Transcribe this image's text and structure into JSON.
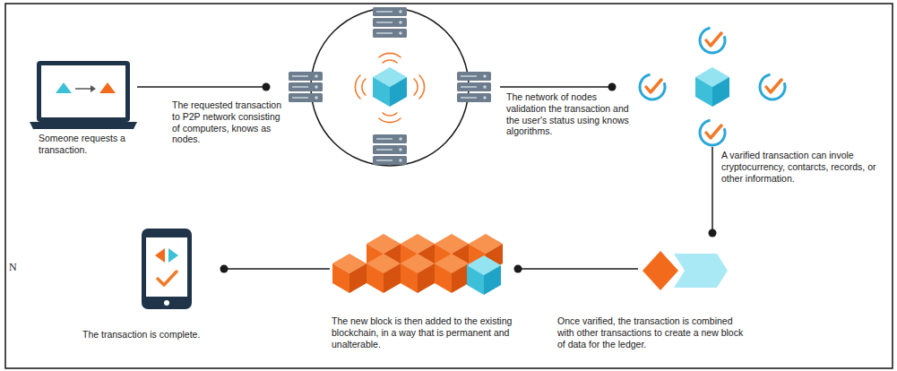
{
  "diagram": {
    "nodes": [
      {
        "text": [
          "Someone requests a transaction."
        ]
      },
      {
        "text": [
          "The requested transaction to P2P network consisting of computers, knows as nodes."
        ]
      },
      {
        "text": [
          "The network of nodes validation the transaction and the user's status using knows algorithms.",
          "A varified transaction can invole cryptocurrency, contarcts, records, or other information."
        ]
      },
      {
        "text": [
          "Once varified, the transaction is combined with other transactions to create a new block of data for the ledger."
        ]
      },
      {
        "text": [
          "The new block is then added to the existing blockchain, in a way that is permanent and unalterable."
        ]
      },
      {
        "text": [
          "The transaction is complete."
        ]
      }
    ],
    "edges": [
      {
        "from": 0,
        "to": 1,
        "arrow": "none"
      },
      {
        "from": 1,
        "to": 2,
        "arrow": "none"
      },
      {
        "from": 2,
        "to": 3,
        "arrow": "none"
      },
      {
        "from": 3,
        "to": 4,
        "arrow": "none"
      },
      {
        "from": 4,
        "to": 5,
        "arrow": "none"
      }
    ],
    "labels": [
      "N"
    ]
  }
}
